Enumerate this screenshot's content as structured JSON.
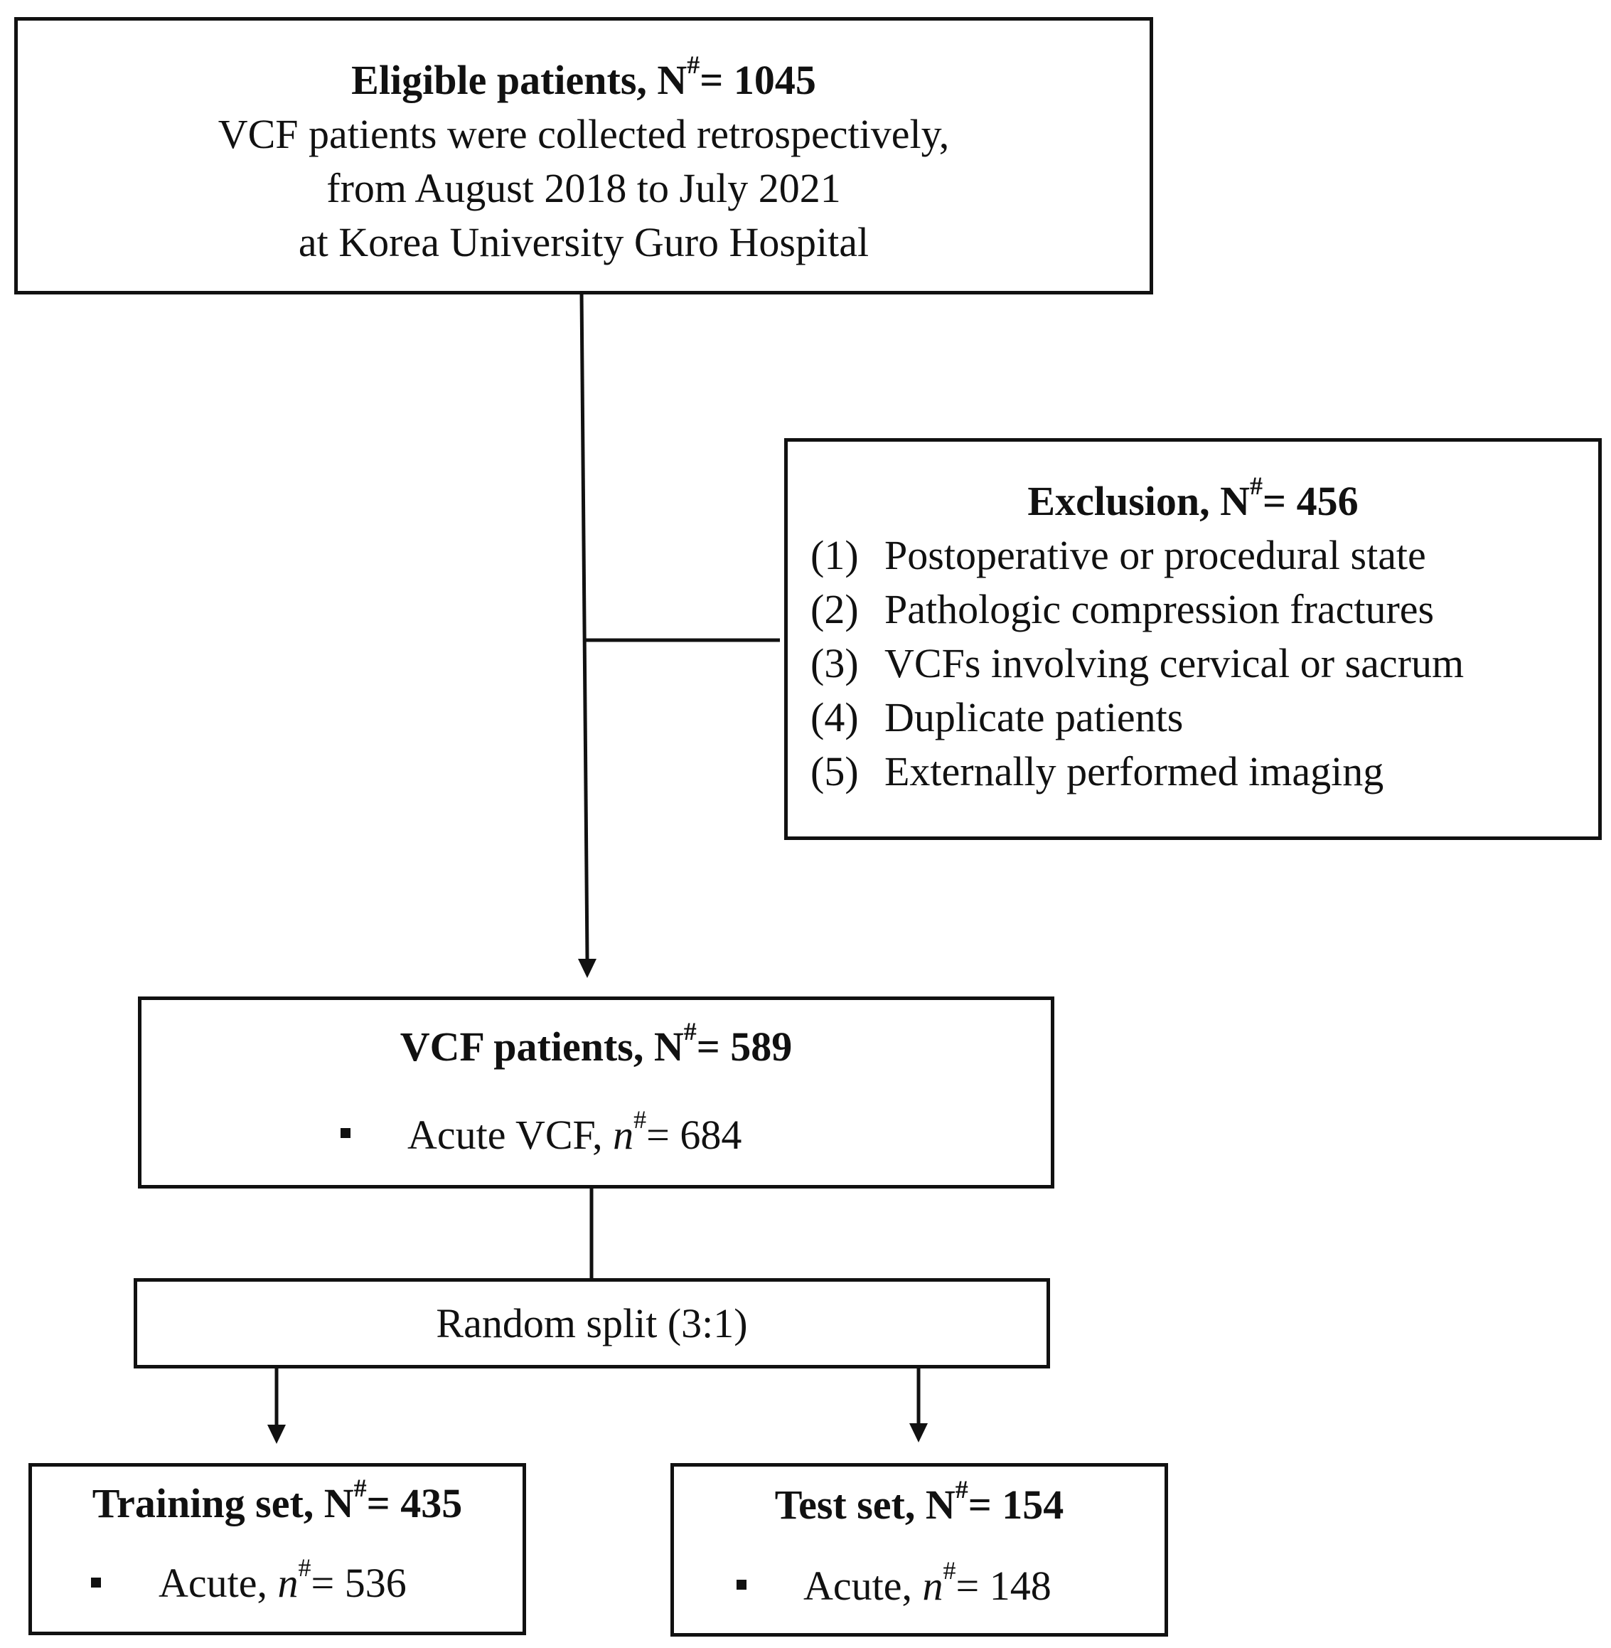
{
  "eligible": {
    "title": "Eligible patients, N",
    "sup": "#",
    "eq": "= 1045",
    "lines": [
      "VCF patients were collected retrospectively,",
      "from August 2018 to July 2021",
      "at Korea University Guro Hospital"
    ]
  },
  "exclusion": {
    "title": "Exclusion, N",
    "sup": "#",
    "eq": "= 456",
    "items": [
      {
        "num": "(1)",
        "text": "Postoperative or procedural state"
      },
      {
        "num": "(2)",
        "text": "Pathologic compression fractures"
      },
      {
        "num": "(3)",
        "text": "VCFs involving cervical or sacrum"
      },
      {
        "num": "(4)",
        "text": "Duplicate patients"
      },
      {
        "num": "(5)",
        "text": "Externally performed imaging"
      }
    ]
  },
  "vcf": {
    "title": "VCF patients, N",
    "sup": "#",
    "eq": "= 589",
    "item_label": "Acute VCF, ",
    "item_n": "n",
    "item_sup": "#",
    "item_eq": "= 684"
  },
  "split": {
    "label": "Random split (3:1)"
  },
  "training": {
    "title": "Training set, N",
    "sup": "#",
    "eq": "= 435",
    "item_label": "Acute, ",
    "item_n": "n",
    "item_sup": "#",
    "item_eq": "= 536"
  },
  "test": {
    "title": "Test set, N",
    "sup": "#",
    "eq": "= 154",
    "item_label": "Acute, ",
    "item_n": "n",
    "item_sup": "#",
    "item_eq": "= 148"
  }
}
